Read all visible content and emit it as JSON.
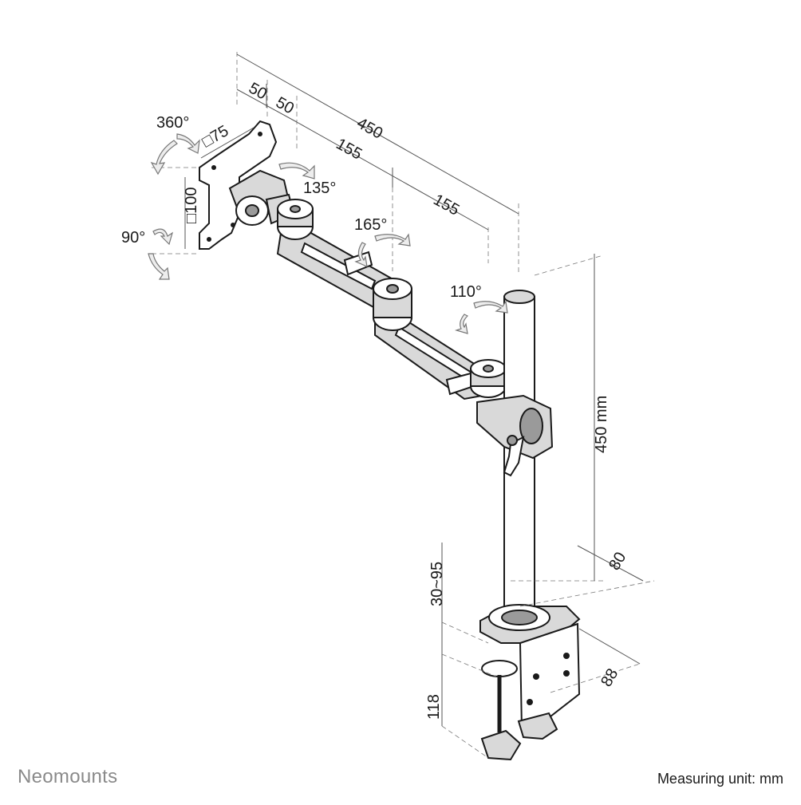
{
  "brand": "Neomounts",
  "measuring_unit": "Measuring unit: mm",
  "dimensions": {
    "arm_total": "450",
    "offset_a": "50",
    "offset_b": "50",
    "arm_segment_1": "155",
    "arm_segment_2": "155",
    "vesa_w": "□75",
    "vesa_h": "□100",
    "pole_height": "450 mm",
    "pole_diameter": "80",
    "desk_clamp_range": "30~95",
    "clamp_depth": "88",
    "clamp_height": "118"
  },
  "rotations": {
    "rotate": "360°",
    "tilt": "90°",
    "joint_1": "135°",
    "joint_2": "165°",
    "joint_3": "110°"
  }
}
